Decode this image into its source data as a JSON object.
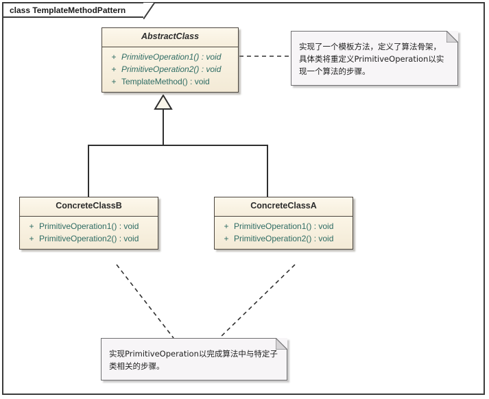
{
  "frame": {
    "tab_label": "class TemplateMethodPattern"
  },
  "classes": [
    {
      "id": "abstract-class",
      "name": "AbstractClass",
      "abstract": true,
      "operations": [
        {
          "visibility": "+",
          "signature": "PrimitiveOperation1() : void",
          "abstract": true
        },
        {
          "visibility": "+",
          "signature": "PrimitiveOperation2() : void",
          "abstract": true
        },
        {
          "visibility": "+",
          "signature": "TemplateMethod() : void",
          "abstract": false
        }
      ]
    },
    {
      "id": "concrete-class-b",
      "name": "ConcreteClassB",
      "abstract": false,
      "operations": [
        {
          "visibility": "+",
          "signature": "PrimitiveOperation1() : void",
          "abstract": false
        },
        {
          "visibility": "+",
          "signature": "PrimitiveOperation2() : void",
          "abstract": false
        }
      ]
    },
    {
      "id": "concrete-class-a",
      "name": "ConcreteClassA",
      "abstract": false,
      "operations": [
        {
          "visibility": "+",
          "signature": "PrimitiveOperation1() : void",
          "abstract": false
        },
        {
          "visibility": "+",
          "signature": "PrimitiveOperation2() : void",
          "abstract": false
        }
      ]
    }
  ],
  "notes": [
    {
      "id": "note-abstract",
      "text": "实现了一个模板方法，定义了算法骨架， 具体类将重定义PrimitiveOperation以实现一个算法的步骤。"
    },
    {
      "id": "note-concrete",
      "text": "实现PrimitiveOperation以完成算法中与特定子类相关的步骤。"
    }
  ],
  "colors": {
    "class_fill": "#faf3e2",
    "class_border": "#4a443c",
    "operation_text": "#2d6b63",
    "note_fill": "#f7f5f7",
    "note_border": "#6e6e70",
    "connector": "#2e2e2e",
    "frame_border": "#3a3a3a"
  }
}
